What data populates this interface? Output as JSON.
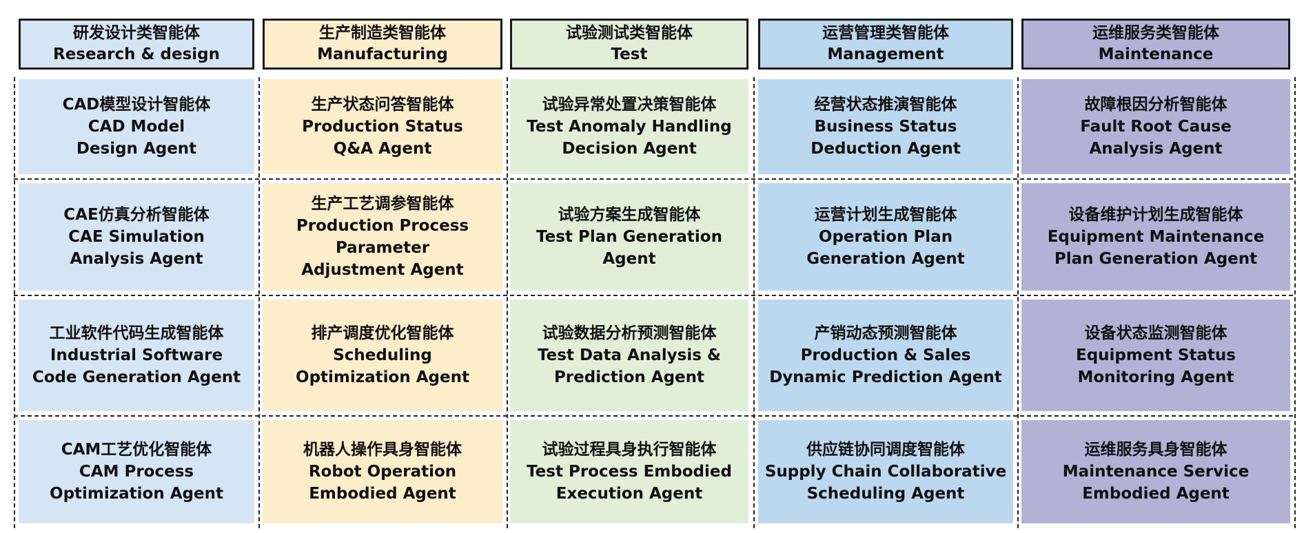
{
  "columns": [
    {
      "title_cn": "研发设计类智能体",
      "title_en": "Research & design",
      "color": "#d6e5f4",
      "agents": [
        {
          "cn": "CAD模型设计智能体",
          "en1": "CAD Model",
          "en2": "Design Agent",
          "en3": ""
        },
        {
          "cn": "CAE仿真分析智能体",
          "en1": "CAE Simulation",
          "en2": "Analysis Agent",
          "en3": ""
        },
        {
          "cn": "工业软件代码生成智能体",
          "en1": "Industrial Software",
          "en2": "Code Generation Agent",
          "en3": ""
        },
        {
          "cn": "CAM工艺优化智能体",
          "en1": "CAM Process",
          "en2": "Optimization Agent",
          "en3": ""
        }
      ]
    },
    {
      "title_cn": "生产制造类智能体",
      "title_en": "Manufacturing",
      "color": "#fdeecb",
      "agents": [
        {
          "cn": "生产状态问答智能体",
          "en1": "Production Status",
          "en2": "Q&A Agent",
          "en3": ""
        },
        {
          "cn": "生产工艺调参智能体",
          "en1": "Production Process",
          "en2": "Parameter",
          "en3": "Adjustment Agent"
        },
        {
          "cn": "排产调度优化智能体",
          "en1": "Scheduling",
          "en2": "Optimization Agent",
          "en3": ""
        },
        {
          "cn": "机器人操作具身智能体",
          "en1": "Robot Operation",
          "en2": "Embodied Agent",
          "en3": ""
        }
      ]
    },
    {
      "title_cn": "试验测试类智能体",
      "title_en": "Test",
      "color": "#e1eed8",
      "agents": [
        {
          "cn": "试验异常处置决策智能体",
          "en1": "Test Anomaly Handling",
          "en2": "Decision Agent",
          "en3": ""
        },
        {
          "cn": "试验方案生成智能体",
          "en1": "Test Plan Generation",
          "en2": "Agent",
          "en3": ""
        },
        {
          "cn": "试验数据分析预测智能体",
          "en1": "Test Data Analysis &",
          "en2": "Prediction Agent",
          "en3": ""
        },
        {
          "cn": "试验过程具身执行智能体",
          "en1": "Test Process Embodied",
          "en2": "Execution Agent",
          "en3": ""
        }
      ]
    },
    {
      "title_cn": "运营管理类智能体",
      "title_en": "Management",
      "color": "#bcd8ef",
      "agents": [
        {
          "cn": "经营状态推演智能体",
          "en1": "Business Status",
          "en2": "Deduction Agent",
          "en3": ""
        },
        {
          "cn": "运营计划生成智能体",
          "en1": "Operation Plan",
          "en2": "Generation Agent",
          "en3": ""
        },
        {
          "cn": "产销动态预测智能体",
          "en1": "Production & Sales",
          "en2": "Dynamic Prediction Agent",
          "en3": ""
        },
        {
          "cn": "供应链协同调度智能体",
          "en1": "Supply Chain Collaborative",
          "en2": "Scheduling Agent",
          "en3": ""
        }
      ]
    },
    {
      "title_cn": "运维服务类智能体",
      "title_en": "Maintenance",
      "color": "#b3b1d6",
      "agents": [
        {
          "cn": "故障根因分析智能体",
          "en1": "Fault Root Cause",
          "en2": "Analysis Agent",
          "en3": ""
        },
        {
          "cn": "设备维护计划生成智能体",
          "en1": "Equipment Maintenance",
          "en2": "Plan Generation Agent",
          "en3": ""
        },
        {
          "cn": "设备状态监测智能体",
          "en1": "Equipment Status",
          "en2": "Monitoring Agent",
          "en3": ""
        },
        {
          "cn": "运维服务具身智能体",
          "en1": "Maintenance Service",
          "en2": "Embodied Agent",
          "en3": ""
        }
      ]
    }
  ]
}
